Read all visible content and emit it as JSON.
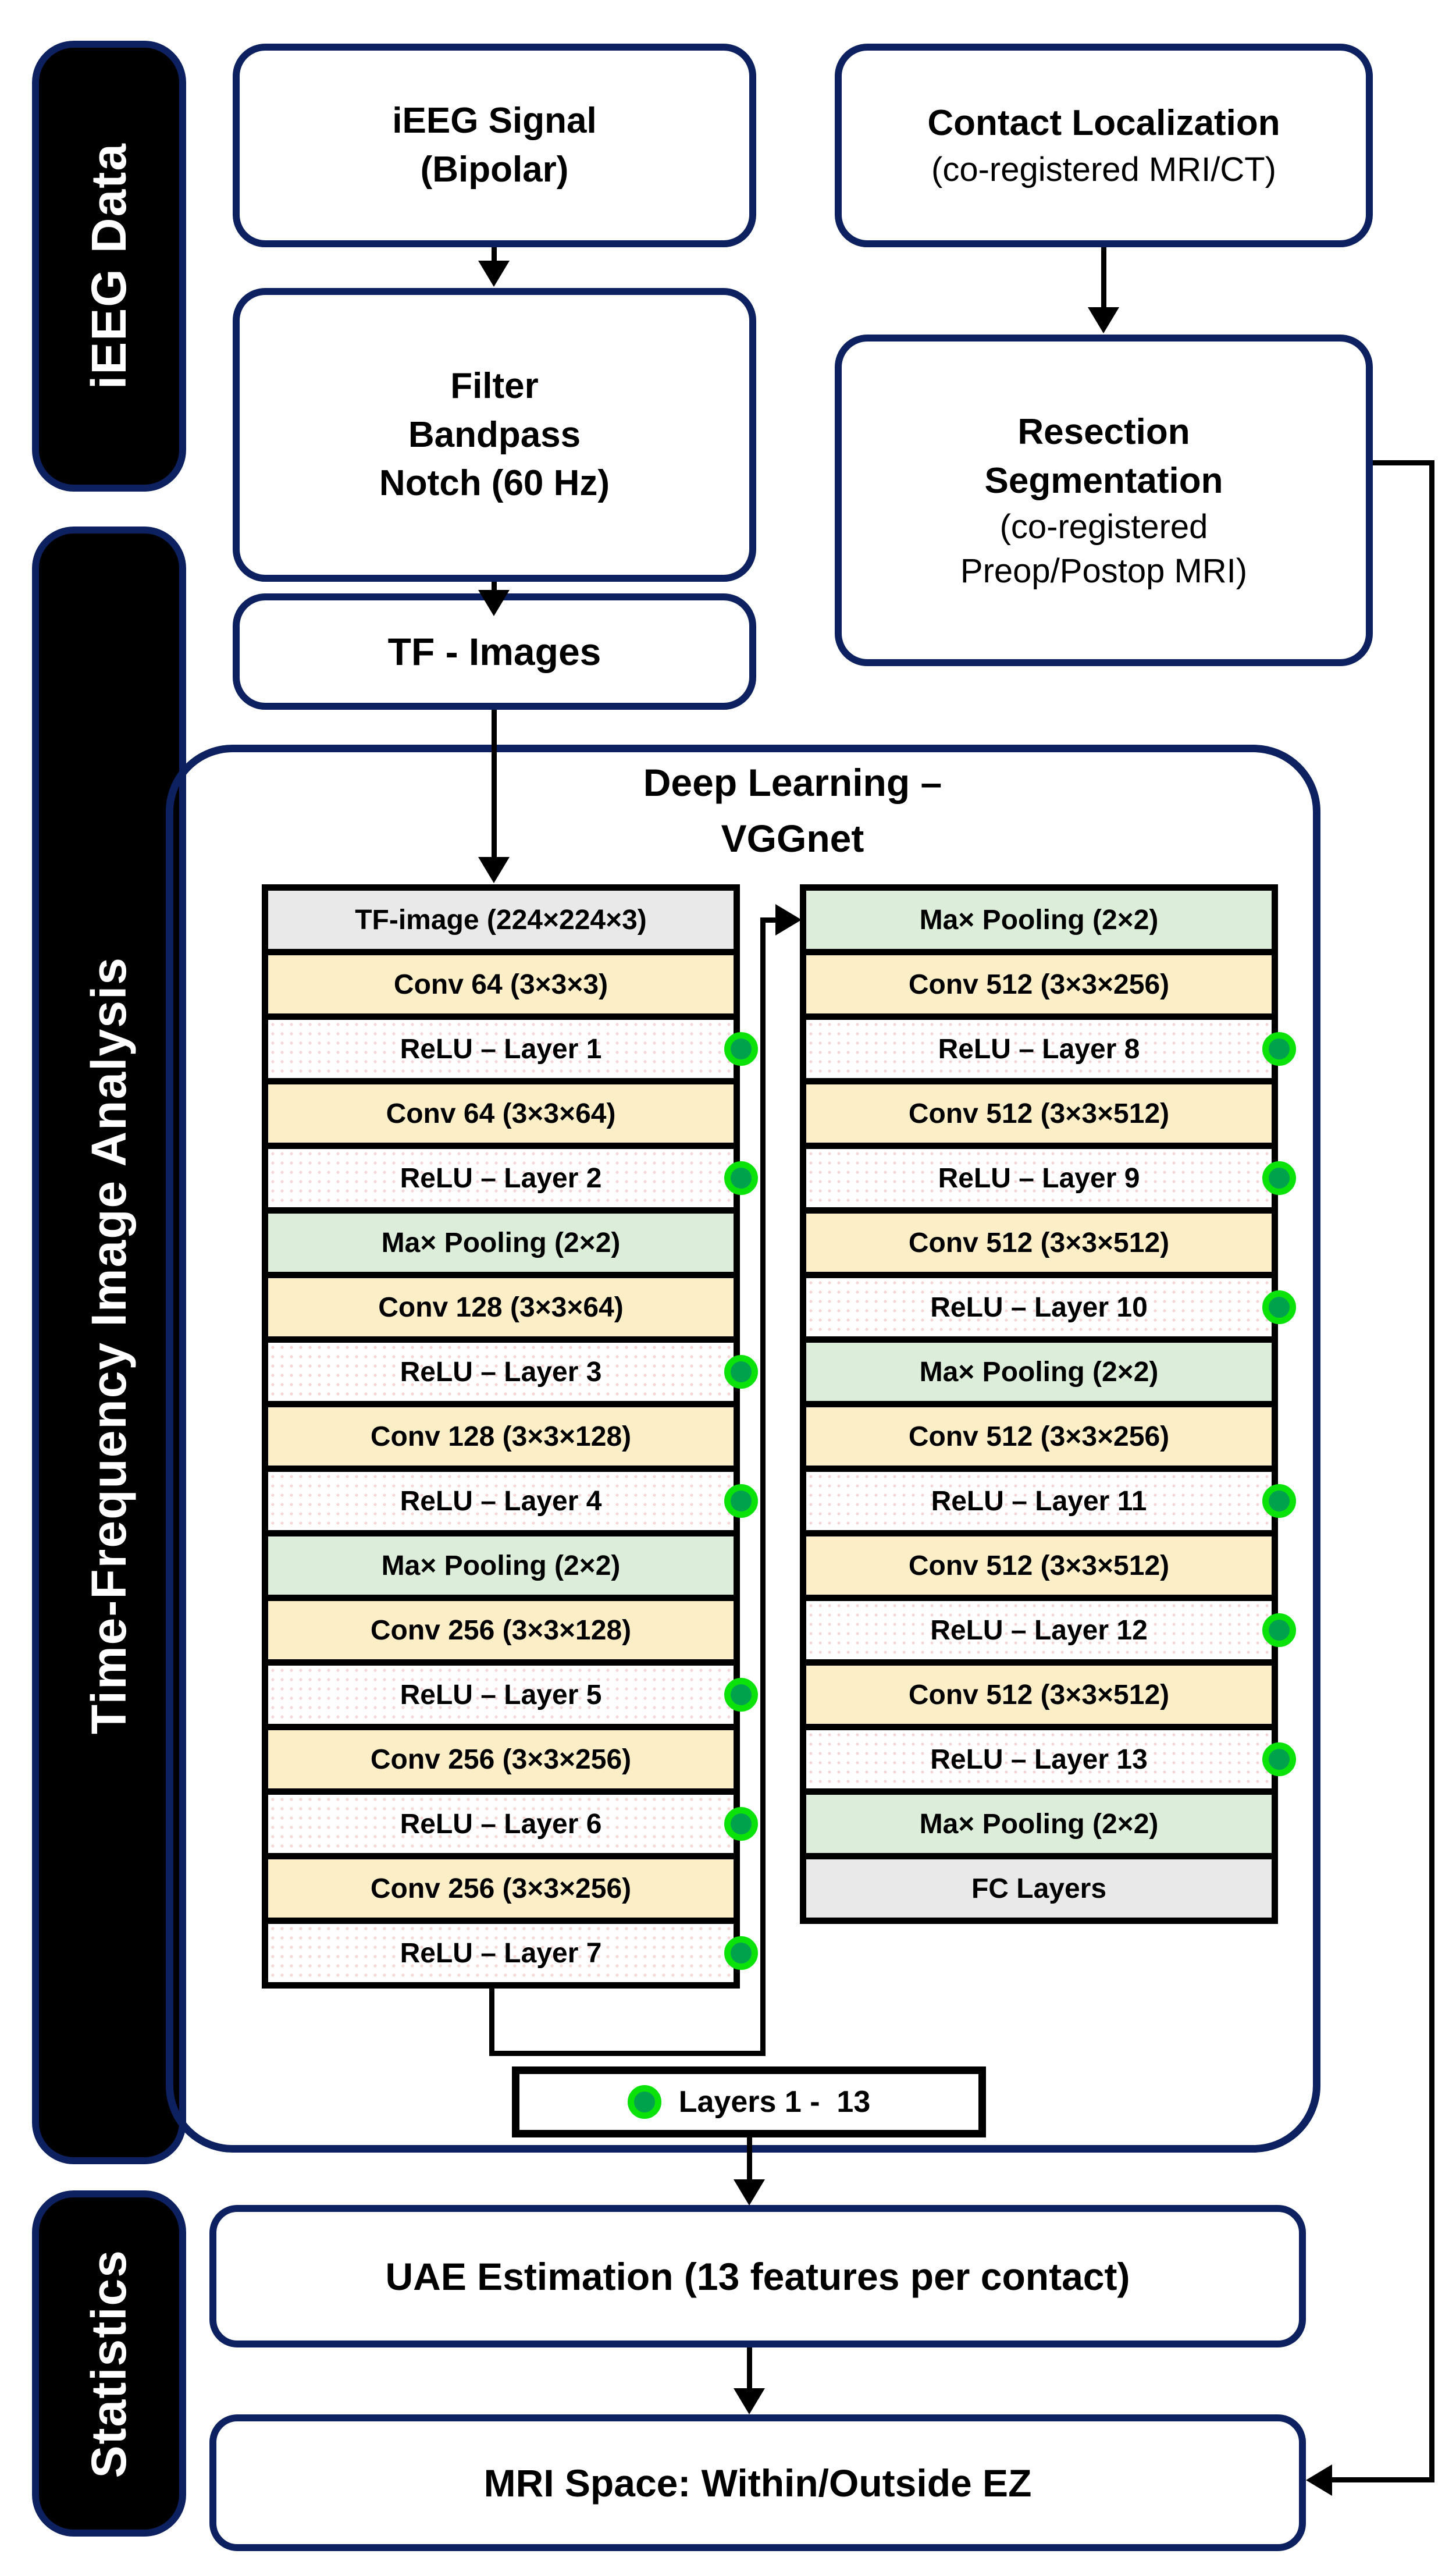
{
  "sidebar": {
    "sections": [
      {
        "label": "iEEG Data"
      },
      {
        "label": "Time-Frequency Image Analysis"
      },
      {
        "label": "Statistics"
      }
    ]
  },
  "boxes": {
    "ieeg_signal": {
      "line1": "iEEG Signal",
      "line2": "(Bipolar)"
    },
    "contact_localization": {
      "line1": "Contact Localization",
      "line2": "(co-registered MRI/CT)"
    },
    "filter": {
      "line1": "Filter",
      "line2": "Bandpass",
      "line3": "Notch (60 Hz)"
    },
    "resection": {
      "line1": "Resection",
      "line2": "Segmentation",
      "line3": "(co-registered",
      "line4": "Preop/Postop MRI)"
    },
    "tf_images": {
      "label": "TF - Images"
    },
    "deep_learning": {
      "title_line1": "Deep Learning –",
      "title_line2": "VGGnet"
    },
    "legend": {
      "label": "Layers 1 -  13"
    },
    "uae": {
      "label": "UAE Estimation (13 features per contact)"
    },
    "mri": {
      "label": "MRI Space: Within/Outside EZ"
    }
  },
  "vgg": {
    "left_column": [
      {
        "type": "input",
        "label": "TF-image (224×224×3)",
        "dot": false
      },
      {
        "type": "conv",
        "label": "Conv 64 (3×3×3)",
        "dot": false
      },
      {
        "type": "relu",
        "label": "ReLU – Layer 1",
        "dot": true
      },
      {
        "type": "conv",
        "label": "Conv 64 (3×3×64)",
        "dot": false
      },
      {
        "type": "relu",
        "label": "ReLU – Layer 2",
        "dot": true
      },
      {
        "type": "pool",
        "label": "Ma× Pooling (2×2)",
        "dot": false
      },
      {
        "type": "conv",
        "label": "Conv 128 (3×3×64)",
        "dot": false
      },
      {
        "type": "relu",
        "label": "ReLU – Layer 3",
        "dot": true
      },
      {
        "type": "conv",
        "label": "Conv 128 (3×3×128)",
        "dot": false
      },
      {
        "type": "relu",
        "label": "ReLU – Layer 4",
        "dot": true
      },
      {
        "type": "pool",
        "label": "Ma× Pooling (2×2)",
        "dot": false
      },
      {
        "type": "conv",
        "label": "Conv 256 (3×3×128)",
        "dot": false
      },
      {
        "type": "relu",
        "label": "ReLU – Layer 5",
        "dot": true
      },
      {
        "type": "conv",
        "label": "Conv 256 (3×3×256)",
        "dot": false
      },
      {
        "type": "relu",
        "label": "ReLU – Layer 6",
        "dot": true
      },
      {
        "type": "conv",
        "label": "Conv 256 (3×3×256)",
        "dot": false
      },
      {
        "type": "relu",
        "label": "ReLU – Layer 7",
        "dot": true
      }
    ],
    "right_column": [
      {
        "type": "pool",
        "label": "Ma× Pooling (2×2)",
        "dot": false
      },
      {
        "type": "conv",
        "label": "Conv 512 (3×3×256)",
        "dot": false
      },
      {
        "type": "relu",
        "label": "ReLU – Layer 8",
        "dot": true
      },
      {
        "type": "conv",
        "label": "Conv 512 (3×3×512)",
        "dot": false
      },
      {
        "type": "relu",
        "label": "ReLU – Layer 9",
        "dot": true
      },
      {
        "type": "conv",
        "label": "Conv 512 (3×3×512)",
        "dot": false
      },
      {
        "type": "relu",
        "label": "ReLU – Layer 10",
        "dot": true
      },
      {
        "type": "pool",
        "label": "Ma× Pooling (2×2)",
        "dot": false
      },
      {
        "type": "conv",
        "label": "Conv 512 (3×3×256)",
        "dot": false
      },
      {
        "type": "relu",
        "label": "ReLU – Layer 11",
        "dot": true
      },
      {
        "type": "conv",
        "label": "Conv 512 (3×3×512)",
        "dot": false
      },
      {
        "type": "relu",
        "label": "ReLU – Layer 12",
        "dot": true
      },
      {
        "type": "conv",
        "label": "Conv 512 (3×3×512)",
        "dot": false
      },
      {
        "type": "relu",
        "label": "ReLU – Layer 13",
        "dot": true
      },
      {
        "type": "pool",
        "label": "Ma× Pooling (2×2)",
        "dot": false
      },
      {
        "type": "fc",
        "label": "FC Layers",
        "dot": false
      }
    ]
  },
  "colors": {
    "navy": "#0d2060",
    "conv": "#fcefc8",
    "pool": "#dcedda",
    "input_gray": "#e9e9e9",
    "relu_white": "#fefefe",
    "dot_inner": "#00a24b",
    "dot_outer": "#0ae20a"
  }
}
